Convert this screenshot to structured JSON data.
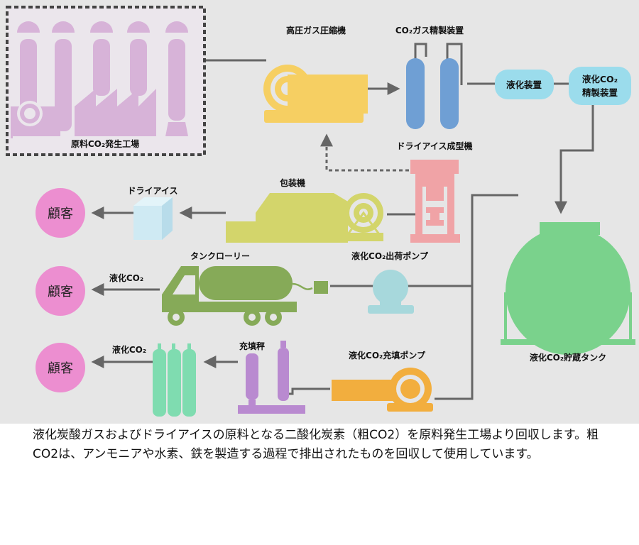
{
  "diagram": {
    "factory_label": "原料CO₂発生工場",
    "compressor_label": "高圧ガス圧縮機",
    "purifier_label": "CO₂ガス精製装置",
    "liquefier_label": "液化装置",
    "refiner_label_1": "液化CO₂",
    "refiner_label_2": "精製装置",
    "dryice_machine_label": "ドライアイス成型機",
    "packing_label": "包装機",
    "dryice_label": "ドライアイス",
    "tanklorry_label": "タンクローリー",
    "shipping_pump_label": "液化CO₂出荷ポンプ",
    "liquid_co2_label_1": "液化CO₂",
    "filling_scale_label": "充填秤",
    "liquid_co2_label_2": "液化CO₂",
    "filling_pump_label": "液化CO₂充填ポンプ",
    "storage_tank_label": "液化CO₂貯蔵タンク",
    "customer_1": "顧客",
    "customer_2": "顧客",
    "customer_3": "顧客"
  },
  "caption": "液化炭酸ガスおよびドライアイスの原料となる二酸化炭素（粗CO2）を原料発生工場より回収します。粗CO2は、アンモニアや水素、鉄を製造する過程で排出されたものを回収して使用しています。",
  "colors": {
    "background": "#e6e6e6",
    "factory": "#d7b3d8",
    "compressor": "#f6cf62",
    "purifier": "#6f9fd4",
    "liquefier": "#9bdcec",
    "press": "#f0a3a6",
    "packing": "#d3d56b",
    "dryice": "#cfeaf3",
    "tanklorry": "#86aa58",
    "pump_shipping": "#a7d8dc",
    "storage_tank": "#7ad28c",
    "cylinders": "#7fdcb0",
    "scale": "#b98ad0",
    "pump_filling": "#f2ae3e",
    "customer": "#ec8ed0",
    "pipe": "#666666"
  }
}
